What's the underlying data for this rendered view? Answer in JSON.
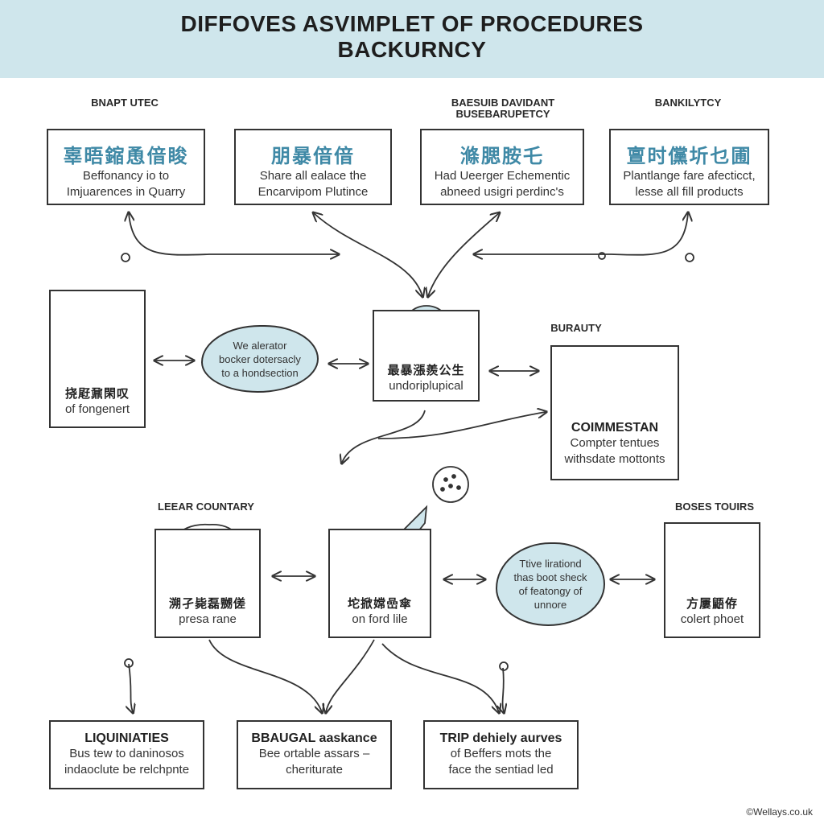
{
  "title": {
    "line1": "DIFFOVES ASVIMPLET OF PROCEDURES",
    "line2": "BACKURNCY"
  },
  "labels": {
    "top_left": "BNAPT UTEC",
    "top_center_1": "BAESUIB DAVIDANT",
    "top_center_2": "BUSEBARUPETCY",
    "top_right": "BANKILYTCY",
    "mid_right": "BURAUTY",
    "lower_left": "LEEAR COUNTARY",
    "lower_right": "BOSES TOUIRS"
  },
  "top_boxes": [
    {
      "cjk": "辜晤鏥恿偣睃",
      "line1": "Beffonancy io to",
      "line2": "Imjuarences in Quarry"
    },
    {
      "cjk": "朋暴偣偣",
      "line1": "Share all ealace the",
      "line2": "Encarvipom Plutince"
    },
    {
      "cjk": "滌腮胺乇",
      "line1": "Had Ueerger Echementic",
      "line2": "abneed usigri perdinc's"
    },
    {
      "cjk": "亶时儻圻乜圃",
      "line1": "Plantlange fare afecticct,",
      "line2": "lesse all fill products"
    }
  ],
  "mid_left_box": {
    "cjk": "挠屘鼐閑叹",
    "line1": "of fongenert"
  },
  "cloud_mid": {
    "line1": "We alerator",
    "line2": "bocker dotersacly",
    "line3": "to a hondsection"
  },
  "center_box": {
    "cjk": "最暴漲羨公生",
    "line1": "undoriplupical"
  },
  "right_box": {
    "head": "COIMMESTAN",
    "line1": "Compter tentues",
    "line2": "withsdate mottonts"
  },
  "lower_boxes": [
    {
      "cjk": "溯孑毙磊嬲傞",
      "line1": "presa rane"
    },
    {
      "cjk": "坨掀嫦嵒傘",
      "line1": "on ford lile"
    },
    {
      "cjk": "方屢鼯侟",
      "line1": "colert phoet"
    }
  ],
  "cloud_lower": {
    "line1": "Ttive lirationd",
    "line2": "thas boot sheck",
    "line3": "of featongy of",
    "line4": "unnore"
  },
  "bottom_boxes": [
    {
      "head": "LIQUINIATIES",
      "line1": "Bus tew to daninosos",
      "line2": "indaoclute be relchpnte"
    },
    {
      "head": "BBAUGAL aaskance",
      "line1": "Bee ortable assars –",
      "line2": "cheriturate"
    },
    {
      "head": "TRIP dehiely aurves",
      "line1": "of Beffers mots the",
      "line2": "face the sentiad led"
    }
  ],
  "watermark": "©Wellays.co.uk",
  "colors": {
    "banner": "#cfe6ec",
    "accent_blue": "#3f89a6",
    "accent_red": "#e25a5a",
    "cloud": "#cfe6ec"
  }
}
